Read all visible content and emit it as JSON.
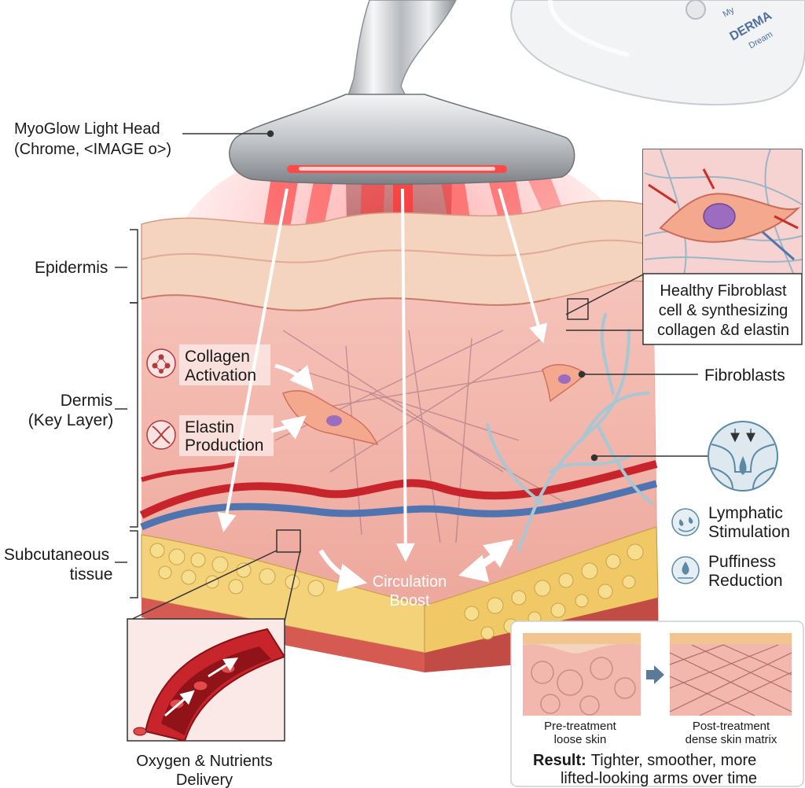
{
  "device": {
    "head_label": "MyoGlow Light Head",
    "head_sublabel": "(Chrome, <IMAGE o>)",
    "brand_my": "My",
    "brand_derma": "DERMA",
    "brand_dream": "Dream"
  },
  "layers": {
    "epidermis": "Epidermis",
    "dermis_line1": "Dermis",
    "dermis_line2": "(Key Layer)",
    "subcutaneous_line1": "Subcutaneous",
    "subcutaneous_line2": "tissue"
  },
  "callouts": {
    "collagen_line1": "Collagen",
    "collagen_line2": "Activation",
    "elastin_line1": "Elastin",
    "elastin_line2": "Production",
    "circulation_line1": "Circulation",
    "circulation_line2": "Boost",
    "fibroblasts": "Fibroblasts",
    "lymphatic_line1": "Lymphatic",
    "lymphatic_line2": "Stimulation",
    "puffiness_line1": "Puffiness",
    "puffiness_line2": "Reduction"
  },
  "inset_fibroblast": {
    "line1": "Healthy Fibroblast",
    "line2": "cell & synthesizing",
    "line3": "collagen &d elastin"
  },
  "inset_vessel": {
    "line1": "Oxygen & Nutrients",
    "line2": "Delivery"
  },
  "result_panel": {
    "pre_line1": "Pre-treatment",
    "pre_line2": "loose skin",
    "post_line1": "Post-treatment",
    "post_line2": "dense skin matrix",
    "result_bold": "Result:",
    "result_line1": "Tighter, smoother, more",
    "result_line2": "lifted-looking arms over time"
  },
  "icons": [
    "collagen-molecule-icon",
    "elastin-fiber-icon",
    "lymph-vessel-icon",
    "lymphatic-drops-icon",
    "water-drop-icon",
    "arrow-right-icon"
  ],
  "colors": {
    "light_red": "#e8242a",
    "skin_pink": "#f2b8ad",
    "epidermis": "#f4d3bf",
    "fat": "#f3d27a",
    "artery": "#c8242c",
    "vein": "#4f74b0",
    "lymph": "#a8c7d3",
    "chrome": "#d8dadd"
  }
}
